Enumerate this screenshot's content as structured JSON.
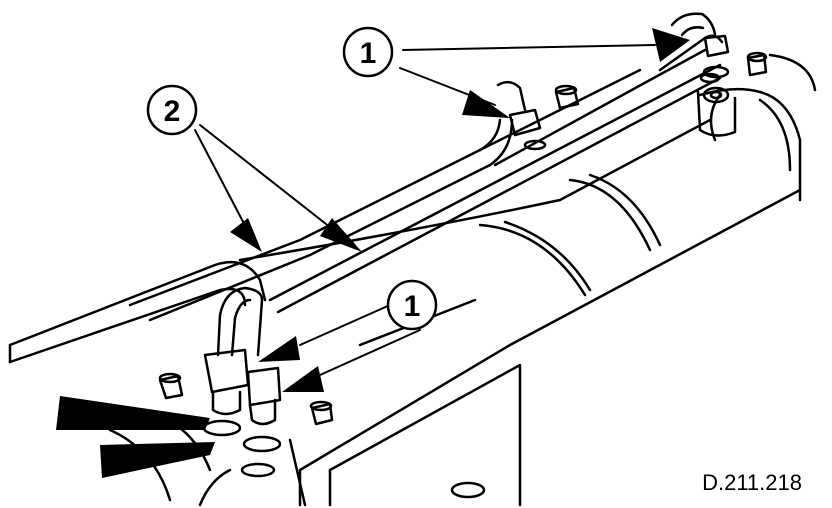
{
  "callouts": {
    "c1_top": "1",
    "c2": "2",
    "c1_mid": "1"
  },
  "drawing_ref": "D.211.218",
  "colors": {
    "ink": "#000000",
    "paper": "#ffffff"
  }
}
